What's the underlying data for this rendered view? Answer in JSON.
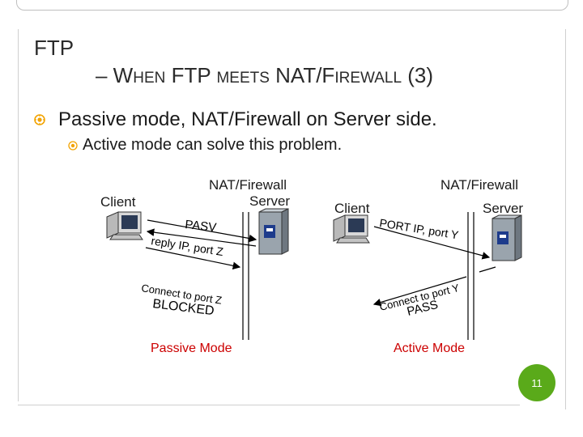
{
  "slide": {
    "title_line1": "FTP",
    "title_line2_parts": [
      "– W",
      "HEN",
      " FTP ",
      "MEETS",
      " NAT/F",
      "IREWALL",
      " (3)"
    ],
    "bullet1": "Passive mode, NAT/Firewall on Server side.",
    "bullet2": "Active mode can solve this problem.",
    "page_number": "11"
  },
  "passive_diagram": {
    "client_label": "Client",
    "firewall_label": "NAT/Firewall",
    "server_label": "Server",
    "msg1": "PASV",
    "msg2": "reply IP, port Z",
    "msg3": "Connect to port Z",
    "msg4": "BLOCKED",
    "caption": "Passive Mode"
  },
  "active_diagram": {
    "client_label": "Client",
    "firewall_label": "NAT/Firewall",
    "server_label": "Server",
    "msg1": "PORT IP, port Y",
    "msg2": "Connect to port Y",
    "msg3": "PASS",
    "caption": "Active Mode"
  },
  "colors": {
    "bullet": "#f2a300",
    "caption": "#cc0000",
    "firewall_fill": "#9aa4ad",
    "page_badge": "#5aaa1a"
  },
  "icons": [
    "computer-icon",
    "server-icon",
    "firewall-icon",
    "sun-bullet-icon"
  ]
}
